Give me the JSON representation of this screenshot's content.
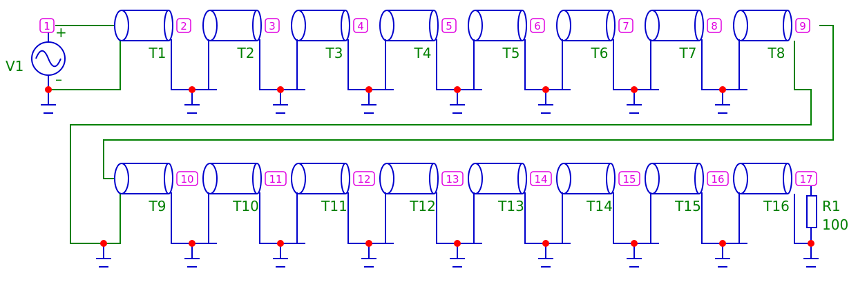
{
  "schematic": {
    "source": {
      "name": "V1",
      "plus": "+",
      "minus": "–"
    },
    "row1": [
      {
        "label": "T1",
        "in_node": "1",
        "out_node": "2"
      },
      {
        "label": "T2",
        "in_node": "2",
        "out_node": "3"
      },
      {
        "label": "T3",
        "in_node": "3",
        "out_node": "4"
      },
      {
        "label": "T4",
        "in_node": "4",
        "out_node": "5"
      },
      {
        "label": "T5",
        "in_node": "5",
        "out_node": "6"
      },
      {
        "label": "T6",
        "in_node": "6",
        "out_node": "7"
      },
      {
        "label": "T7",
        "in_node": "7",
        "out_node": "8"
      },
      {
        "label": "T8",
        "in_node": "8",
        "out_node": "9"
      }
    ],
    "row2": [
      {
        "label": "T9",
        "out_node": "10"
      },
      {
        "label": "T10",
        "out_node": "11"
      },
      {
        "label": "T11",
        "out_node": "12"
      },
      {
        "label": "T12",
        "out_node": "13"
      },
      {
        "label": "T13",
        "out_node": "14"
      },
      {
        "label": "T14",
        "out_node": "15"
      },
      {
        "label": "T15",
        "out_node": "16"
      },
      {
        "label": "T16",
        "out_node": "17"
      }
    ],
    "load": {
      "name": "R1",
      "value": "100"
    },
    "colors": {
      "wire_blue": "#0000cc",
      "wire_green": "#008000",
      "node_magenta": "#e000e0",
      "junction_red": "#ff0000",
      "ground_blue": "#0000cc",
      "label_green": "#008000"
    }
  }
}
